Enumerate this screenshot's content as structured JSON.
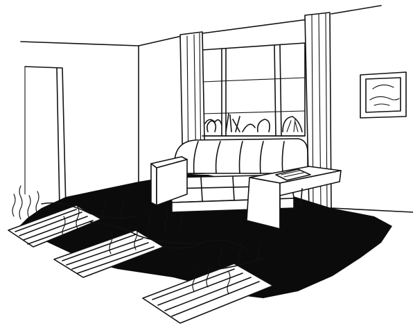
{
  "illustration": {
    "style": "black-and-white line drawing",
    "colors": {
      "ink": "#0b0b0b",
      "paper": "#ffffff"
    },
    "elements": [
      "room-walls",
      "doorway",
      "window",
      "curtains",
      "potted-plants",
      "sofa",
      "side-table",
      "wall-picture",
      "dark-floor",
      "heating-coils",
      "heat-waves"
    ]
  }
}
